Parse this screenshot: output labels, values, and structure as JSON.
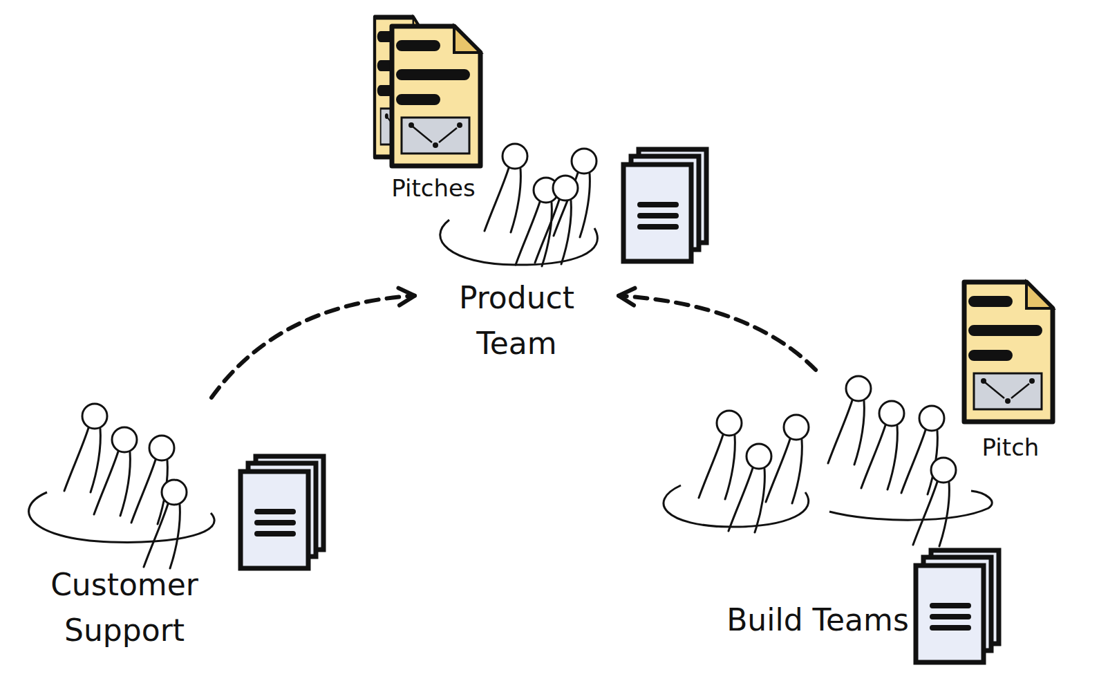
{
  "diagram": {
    "nodes": [
      {
        "text": [
          "Product Team"
        ]
      },
      {
        "text": [
          "Customer Support"
        ]
      },
      {
        "text": [
          "Build Teams"
        ]
      }
    ],
    "edges": [
      {
        "from": 1,
        "to": 0,
        "arrow": "to"
      },
      {
        "from": 2,
        "to": 0,
        "arrow": "to"
      }
    ],
    "labels": [
      "Pitches",
      "Pitch"
    ]
  }
}
